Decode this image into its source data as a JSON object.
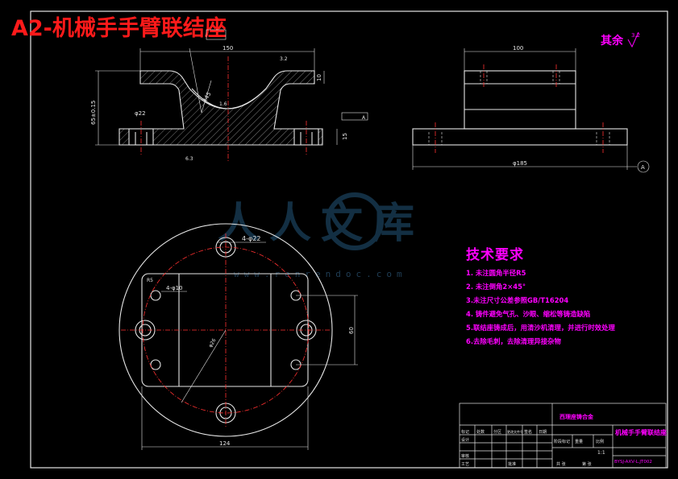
{
  "title": "A2-机械手手臂联结座",
  "watermark": {
    "brand": "人人文库",
    "url": "www.renrendoc.com"
  },
  "roughness_note": "其余",
  "roughness_value": "3.2",
  "dims": {
    "top_width": "150",
    "height_total": "65±0.15",
    "radius": "R45",
    "thickness_right": "10",
    "base_thickness": "15",
    "hole_dia_front": "φ22",
    "depth": "6.3",
    "rough_front": "3.2",
    "rough_arc": "1.6",
    "side_width": "100",
    "side_length": "φ185",
    "bolt_holes_large": "4-φ22",
    "bolt_holes_small": "4-φ10",
    "pcd": "φ26",
    "plan_width": "124",
    "plan_height": "60",
    "corner_r": "R5"
  },
  "datum_label": "A",
  "tech_requirements": {
    "heading": "技术要求",
    "items": [
      "1.  未注圆角半径R5",
      "2.  未注倒角2×45°",
      "3.未注尺寸公差参照GB/T16204",
      "4.  铸件避免气孔、沙眼、缩松等铸造缺陷",
      "5.联结座铸成后，用清沙机清理，并进行时效处理",
      "6.去除毛刺，去除清理异接杂物"
    ]
  },
  "title_block": {
    "company": "西理座铸合金",
    "part_name": "机械手手臂联结座",
    "drawing_no": "BYSJ-AXV-L.JT002",
    "scale": "1:1",
    "labels_left": [
      "标记",
      "设计",
      "审核",
      "工艺"
    ],
    "labels_mid": [
      "处数",
      "分区",
      "更改文件号",
      "签名",
      "日期"
    ],
    "labels_right": [
      "阶段标记",
      "重量",
      "比例"
    ],
    "labels_bottom": [
      "批准",
      "共 张",
      "第 张"
    ]
  }
}
